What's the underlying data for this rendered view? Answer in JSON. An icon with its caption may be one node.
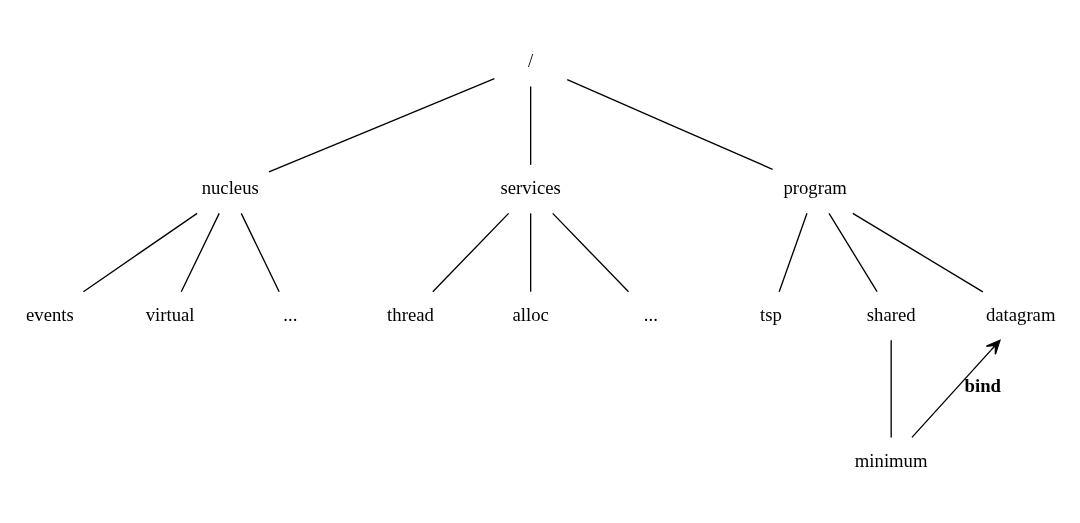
{
  "diagram": {
    "nodes": [
      {
        "text": [
          "/"
        ]
      },
      {
        "text": [
          "nucleus"
        ]
      },
      {
        "text": [
          "services"
        ]
      },
      {
        "text": [
          "program"
        ]
      },
      {
        "text": [
          "events"
        ]
      },
      {
        "text": [
          "virtual"
        ]
      },
      {
        "text": [
          "..."
        ]
      },
      {
        "text": [
          "thread"
        ]
      },
      {
        "text": [
          "alloc"
        ]
      },
      {
        "text": [
          "..."
        ]
      },
      {
        "text": [
          "tsp"
        ]
      },
      {
        "text": [
          "shared"
        ]
      },
      {
        "text": [
          "datagram"
        ]
      },
      {
        "text": [
          "minimum"
        ]
      }
    ],
    "edges": [
      {
        "from": 0,
        "to": 1,
        "arrow": "none"
      },
      {
        "from": 0,
        "to": 2,
        "arrow": "none"
      },
      {
        "from": 0,
        "to": 3,
        "arrow": "none"
      },
      {
        "from": 1,
        "to": 4,
        "arrow": "none"
      },
      {
        "from": 1,
        "to": 5,
        "arrow": "none"
      },
      {
        "from": 1,
        "to": 6,
        "arrow": "none"
      },
      {
        "from": 2,
        "to": 7,
        "arrow": "none"
      },
      {
        "from": 2,
        "to": 8,
        "arrow": "none"
      },
      {
        "from": 2,
        "to": 9,
        "arrow": "none"
      },
      {
        "from": 3,
        "to": 10,
        "arrow": "none"
      },
      {
        "from": 3,
        "to": 11,
        "arrow": "none"
      },
      {
        "from": 3,
        "to": 12,
        "arrow": "none"
      },
      {
        "from": 11,
        "to": 13,
        "arrow": "none"
      },
      {
        "from": 13,
        "to": 12,
        "arrow": "to",
        "label": "bind"
      }
    ]
  }
}
